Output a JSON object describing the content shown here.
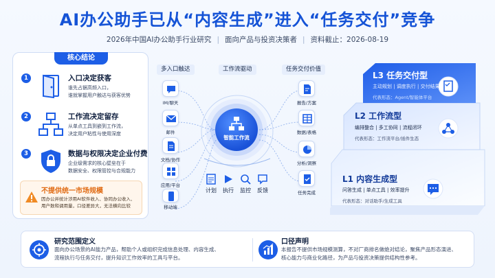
{
  "header": {
    "title": "AI办公助手已从“内容生成”进入“任务交付”竞争",
    "subtitle_parts": [
      "2026年中国AI办公助手行业研究",
      "面向产品与投资决策者",
      "资料截止：2026-08-19"
    ]
  },
  "core": {
    "heading": "核心结论",
    "items": [
      {
        "num": "1",
        "title": "入口决定获客",
        "desc": [
          "谁先占据高频入口，",
          "谁就掌握用户触达与获客优势"
        ],
        "icon": "door-icon"
      },
      {
        "num": "2",
        "title": "工作流决定留存",
        "desc": [
          "从单点工具到嵌到工作流，",
          "决定用户粘性与使用深度"
        ],
        "icon": "workflow-icon"
      },
      {
        "num": "3",
        "title": "数据与权限决定企业付费",
        "desc": [
          "企业级需求的核心壁垒在于",
          "数据安全、权限管控与合规能力"
        ],
        "icon": "shield-lock-icon"
      }
    ],
    "warning": {
      "title": "不提供统一市场规模",
      "desc": [
        "因办公并统计涉用AI软件收入、协同办公收入、",
        "用户数和调用量，口径差异大，无法横向比较"
      ]
    }
  },
  "flow": {
    "col_left": "多入口触达",
    "col_mid": "工作流驱动",
    "col_right": "任务交付价值",
    "left_nodes": [
      "IM/聊天",
      "邮件",
      "文档/协作",
      "应用/平台",
      "移动端"
    ],
    "right_nodes": [
      "报告/方案",
      "数据/表格",
      "分析/洞察",
      "任务完成"
    ],
    "hub_label": "智能工作流",
    "bottom_nodes": [
      "计划",
      "执行",
      "监控",
      "反馈"
    ]
  },
  "pyramid": {
    "l3": {
      "title": "L3  任务交付型",
      "text": "主动规划 | 调度执行 | 交付结果",
      "sub": "代表形态：Agent/智能体平台"
    },
    "l2": {
      "title": "L2  工作流型",
      "text": "编排整合 | 多工协同 | 流程闭环",
      "sub": "代表形态：工作流平台/插件生态"
    },
    "l1": {
      "title": "L1  内容生成型",
      "text": "问答生成 | 单点工具 | 效率提升",
      "sub": "代表形态：对话助手/生成工具"
    }
  },
  "bottom": {
    "scope_title": "研究范围定义",
    "scope_desc": [
      "面向办公场景的AI能力产品，帮助个人或组织完成信息处理、内容生成、",
      "流程执行与任务交付，提升知识工作效率的工具与平台。"
    ],
    "note_title": "口径声明",
    "note_desc": [
      "本报告不提供市场规模测算，不对厂商排名做绝对结论，聚焦产品形态演进、",
      "核心能力与商业化路径，为产品与投资决策提供结构性参考。"
    ]
  },
  "colors": {
    "accent": "#1d5ee6",
    "warning": "#e06a12"
  }
}
